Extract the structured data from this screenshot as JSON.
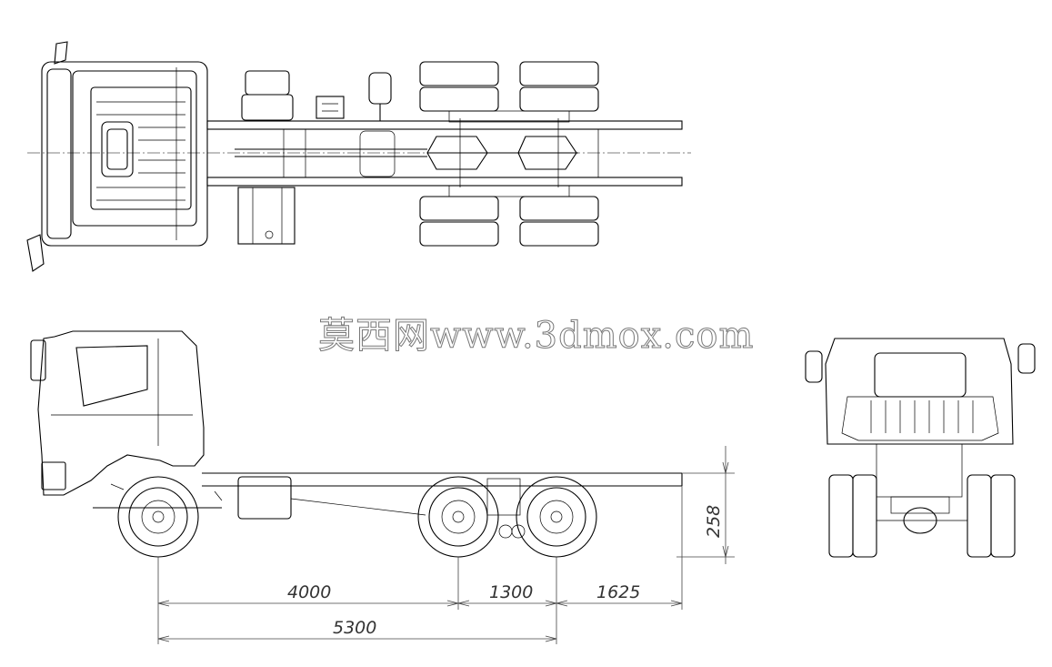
{
  "watermark": "莫西网www.3dmox.com",
  "dimensions": {
    "d1": "4000",
    "d2": "1300",
    "d3": "1625",
    "d4": "5300",
    "height": "258"
  }
}
